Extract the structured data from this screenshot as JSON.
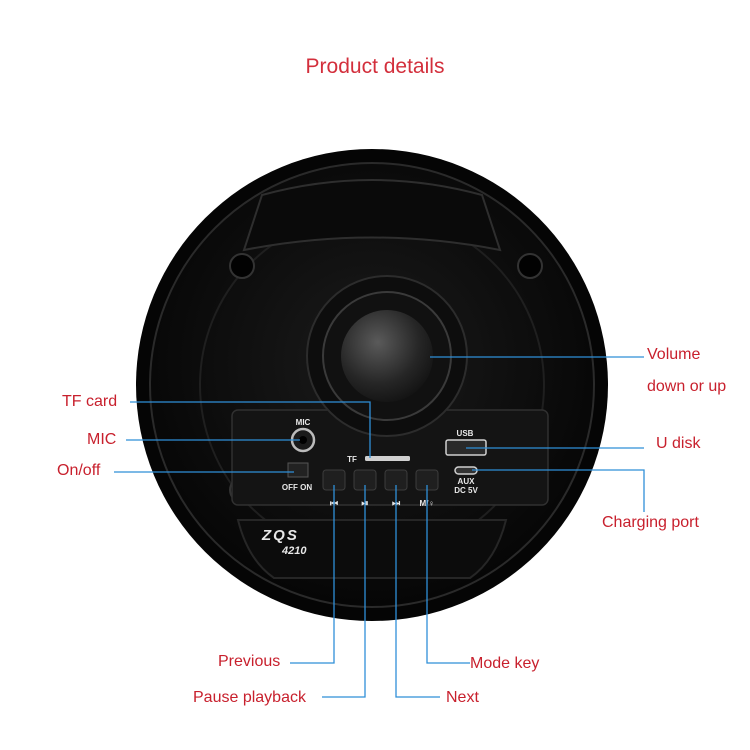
{
  "title": "Product details",
  "colors": {
    "label": "#c8202d",
    "leader": "#2f8fd8",
    "title": "#d32f3c"
  },
  "callouts": {
    "tf_card": "TF card",
    "mic": "MIC",
    "on_off": "On/off",
    "volume_line1": "Volume",
    "volume_line2": "down or up",
    "u_disk": "U disk",
    "charging_port": "Charging port",
    "previous": "Previous",
    "pause_playback": "Pause playback",
    "mode_key": "Mode key",
    "next": "Next"
  },
  "panel": {
    "mic": "MIC",
    "switch": "OFF ON",
    "tf": "TF",
    "usb": "USB",
    "aux_line1": "AUX",
    "aux_line2": "DC 5V",
    "brand_line1": "ZQS",
    "brand_line2": "4210",
    "btn_prev": "⏮",
    "btn_play": "⏯",
    "btn_next": "⏭",
    "btn_mode": "M/♀"
  }
}
